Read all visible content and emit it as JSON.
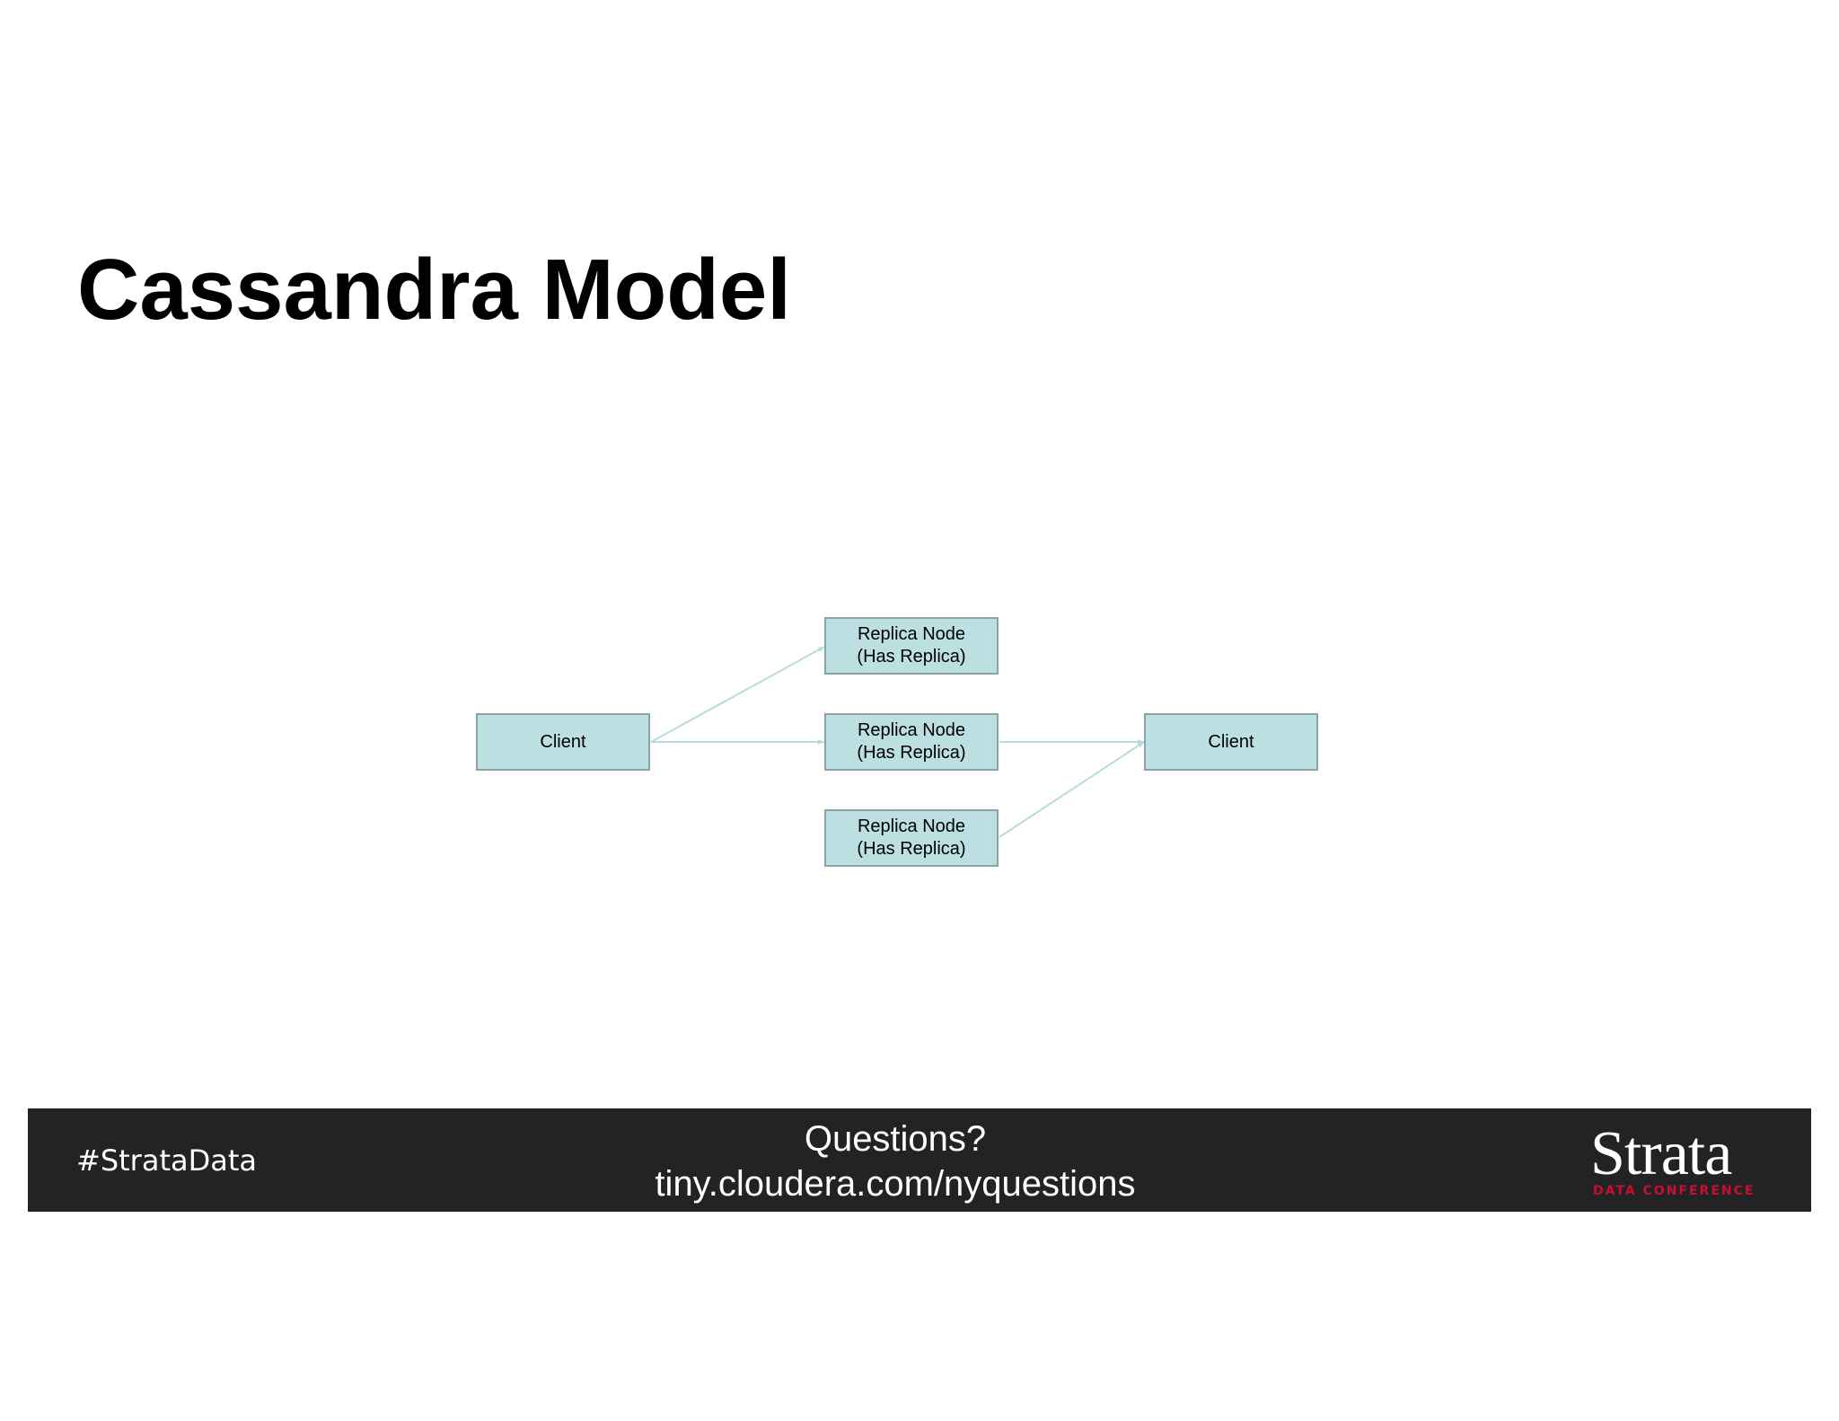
{
  "slide": {
    "title": "Cassandra Model"
  },
  "diagram": {
    "node_fill": "#bcdfe2",
    "edge_color": "#b9dade",
    "nodes": [
      {
        "id": "client-left",
        "lines": [
          "Client"
        ]
      },
      {
        "id": "replica-top",
        "lines": [
          "Replica Node",
          "(Has Replica)"
        ]
      },
      {
        "id": "replica-middle",
        "lines": [
          "Replica Node",
          "(Has Replica)"
        ]
      },
      {
        "id": "replica-bottom",
        "lines": [
          "Replica Node",
          "(Has Replica)"
        ]
      },
      {
        "id": "client-right",
        "lines": [
          "Client"
        ]
      }
    ],
    "edges": [
      {
        "from": "client-left",
        "to": "replica-top"
      },
      {
        "from": "client-left",
        "to": "replica-middle"
      },
      {
        "from": "replica-middle",
        "to": "client-right"
      },
      {
        "from": "replica-bottom",
        "to": "client-right"
      }
    ]
  },
  "footer": {
    "background": "#232224",
    "hashtag": "#StrataData",
    "questions_line1": "Questions?",
    "questions_line2": "tiny.cloudera.com/nyquestions",
    "logo_word": "Strata",
    "logo_subtitle": "DATA CONFERENCE",
    "logo_subtitle_color": "#c8102e"
  }
}
